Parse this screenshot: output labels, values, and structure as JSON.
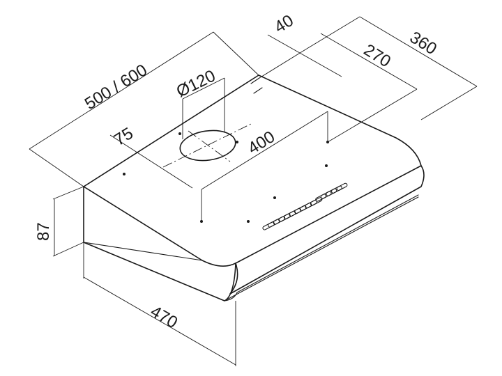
{
  "dimensions": {
    "width": "500 / 600",
    "depth": "470",
    "height": "87",
    "outlet_diameter": "Ø120",
    "outlet_offset": "75",
    "hole_spacing": "400",
    "rear_offset": "40",
    "hole_depth": "270",
    "hole_depth_total": "360"
  }
}
